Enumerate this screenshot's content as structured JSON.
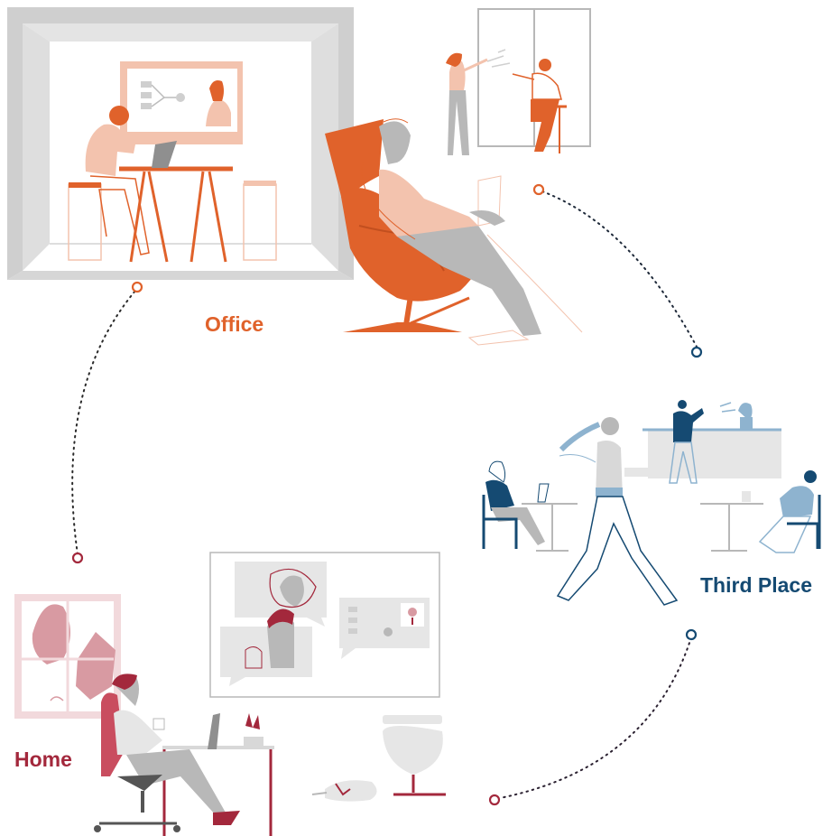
{
  "labels": {
    "office": "Office",
    "third_place": "Third Place",
    "home": "Home"
  },
  "colors": {
    "office": "#e0622b",
    "office_light": "#f3c3ae",
    "third_place": "#154a72",
    "third_place_light": "#8eb3cf",
    "home": "#a3283c",
    "home_light": "#d89aa2",
    "neutral_gray": "#b8b8b8",
    "light_gray": "#e6e6e6",
    "connector": "#222222"
  }
}
